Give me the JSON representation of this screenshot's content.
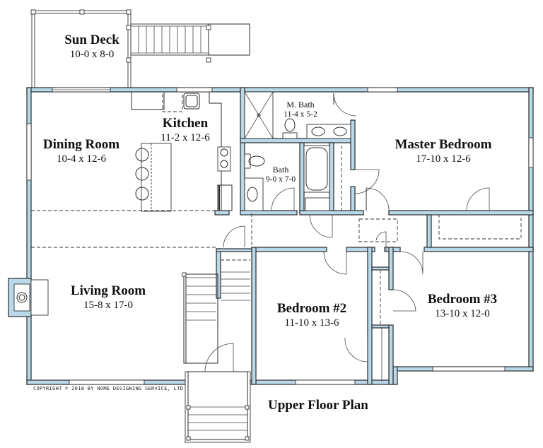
{
  "plan": {
    "title": "Upper Floor Plan",
    "copyright": "COPYRIGHT © 2018 BY HOME DESIGNING SERVICE, LTD",
    "wall_color": "#b9d9ea",
    "line_color": "#2a2a2a"
  },
  "rooms": {
    "sun_deck": {
      "name": "Sun Deck",
      "dims": "10-0 x 8-0"
    },
    "kitchen": {
      "name": "Kitchen",
      "dims": "11-2 x 12-6"
    },
    "dining_room": {
      "name": "Dining Room",
      "dims": "10-4 x 12-6"
    },
    "m_bath": {
      "name": "M. Bath",
      "dims": "11-4 x 5-2"
    },
    "bath": {
      "name": "Bath",
      "dims": "9-0 x 7-0"
    },
    "master_bedroom": {
      "name": "Master Bedroom",
      "dims": "17-10 x 12-6"
    },
    "living_room": {
      "name": "Living Room",
      "dims": "15-8 x 17-0"
    },
    "bedroom_2": {
      "name": "Bedroom #2",
      "dims": "11-10 x 13-6"
    },
    "bedroom_3": {
      "name": "Bedroom #3",
      "dims": "13-10 x 12-0"
    }
  }
}
